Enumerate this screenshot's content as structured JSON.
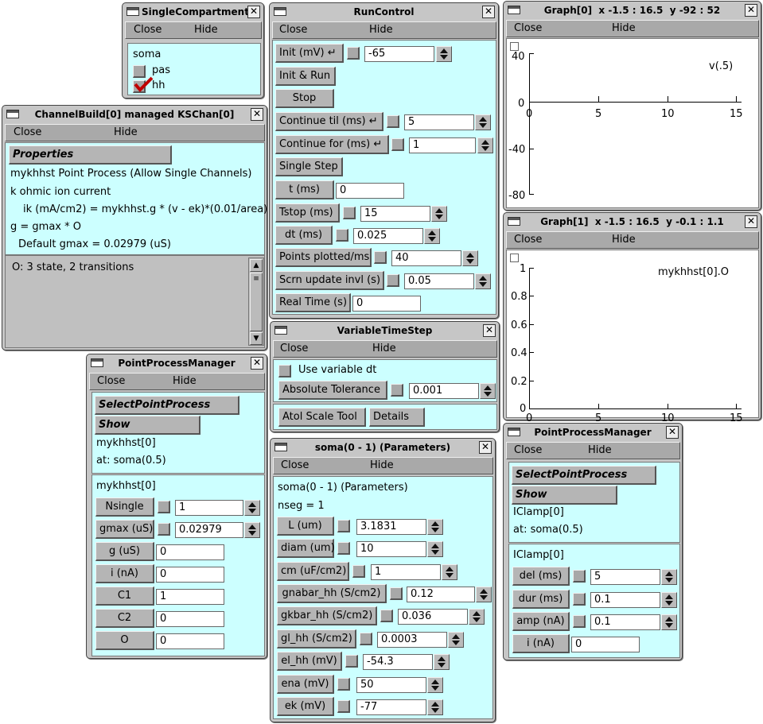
{
  "menu": {
    "close": "Close",
    "hide": "Hide"
  },
  "single_compartment": {
    "title": "SingleCompartment",
    "section": "soma",
    "options": [
      {
        "label": "pas",
        "checked": false
      },
      {
        "label": "hh",
        "checked": true
      }
    ]
  },
  "channel_build": {
    "title": "ChannelBuild[0] managed KSChan[0]",
    "properties": "Properties",
    "lines": [
      "mykhhst Point Process (Allow Single Channels)",
      "k ohmic ion current",
      "ik (mA/cm2) = mykhhst.g * (v - ek)*(0.01/area)",
      "g = gmax * O",
      "Default gmax = 0.02979 (uS)"
    ],
    "list_item": "O: 3 state, 2 transitions"
  },
  "run_control": {
    "title": "RunControl",
    "init_label": "Init (mV)",
    "init_value": "-65",
    "init_run": "Init & Run",
    "stop": "Stop",
    "continue_til_label": "Continue til (ms)",
    "continue_til_value": "5",
    "continue_for_label": "Continue for (ms)",
    "continue_for_value": "1",
    "single_step": "Single Step",
    "t_label": "t (ms)",
    "t_value": "0",
    "tstop_label": "Tstop (ms)",
    "tstop_value": "15",
    "dt_label": "dt (ms)",
    "dt_value": "0.025",
    "points_label": "Points plotted/ms",
    "points_value": "40",
    "scrn_label": "Scrn update invl (s)",
    "scrn_value": "0.05",
    "realtime_label": "Real Time (s)",
    "realtime_value": "0"
  },
  "variable_time_step": {
    "title": "VariableTimeStep",
    "use_variable_dt": "Use variable dt",
    "abs_tol_label": "Absolute Tolerance",
    "abs_tol_value": "0.001",
    "atol_scale_tool": "Atol Scale Tool",
    "details": "Details"
  },
  "soma_params": {
    "title": "soma(0 - 1) (Parameters)",
    "heading": "soma(0 - 1) (Parameters)",
    "nseg": "nseg = 1",
    "params": [
      {
        "label": "L (um)",
        "value": "3.1831"
      },
      {
        "label": "diam (um)",
        "value": "10"
      },
      {
        "label": "cm (uF/cm2)",
        "value": "1"
      },
      {
        "label": "gnabar_hh (S/cm2)",
        "value": "0.12"
      },
      {
        "label": "gkbar_hh (S/cm2)",
        "value": "0.036"
      },
      {
        "label": "gl_hh (S/cm2)",
        "value": "0.0003"
      },
      {
        "label": "el_hh (mV)",
        "value": "-54.3"
      },
      {
        "label": "ena (mV)",
        "value": "50"
      },
      {
        "label": "ek (mV)",
        "value": "-77"
      }
    ]
  },
  "ppm_left": {
    "title": "PointProcessManager",
    "select": "SelectPointProcess",
    "show": "Show",
    "name": "mykhhst[0]",
    "location": "at: soma(0.5)",
    "name2": "mykhhst[0]",
    "params": [
      {
        "label": "Nsingle",
        "value": "1"
      },
      {
        "label": "gmax (uS)",
        "value": "0.02979"
      },
      {
        "label": "g (uS)",
        "value": "0"
      },
      {
        "label": "i (nA)",
        "value": "0"
      },
      {
        "label": "C1",
        "value": "1"
      },
      {
        "label": "C2",
        "value": "0"
      },
      {
        "label": "O",
        "value": "0"
      }
    ]
  },
  "ppm_right": {
    "title": "PointProcessManager",
    "select": "SelectPointProcess",
    "show": "Show",
    "name": "IClamp[0]",
    "location": "at: soma(0.5)",
    "name2": "IClamp[0]",
    "params": [
      {
        "label": "del (ms)",
        "value": "5"
      },
      {
        "label": "dur (ms)",
        "value": "0.1"
      },
      {
        "label": "amp (nA)",
        "value": "0.1"
      },
      {
        "label": "i (nA)",
        "value": "0"
      }
    ]
  },
  "graph0": {
    "title": "Graph[0]  x -1.5 : 16.5  y -92 : 52",
    "var_label": "v(.5)",
    "yticks": [
      "40",
      "0",
      "-40",
      "-80"
    ],
    "xticks": [
      "0",
      "5",
      "10",
      "15"
    ]
  },
  "graph1": {
    "title": "Graph[1]  x -1.5 : 16.5  y -0.1 : 1.1",
    "var_label": "mykhhst[0].O",
    "yticks": [
      "1",
      "0.8",
      "0.6",
      "0.4",
      "0.2",
      "0"
    ],
    "xticks": [
      "0",
      "5",
      "10",
      "15"
    ]
  }
}
